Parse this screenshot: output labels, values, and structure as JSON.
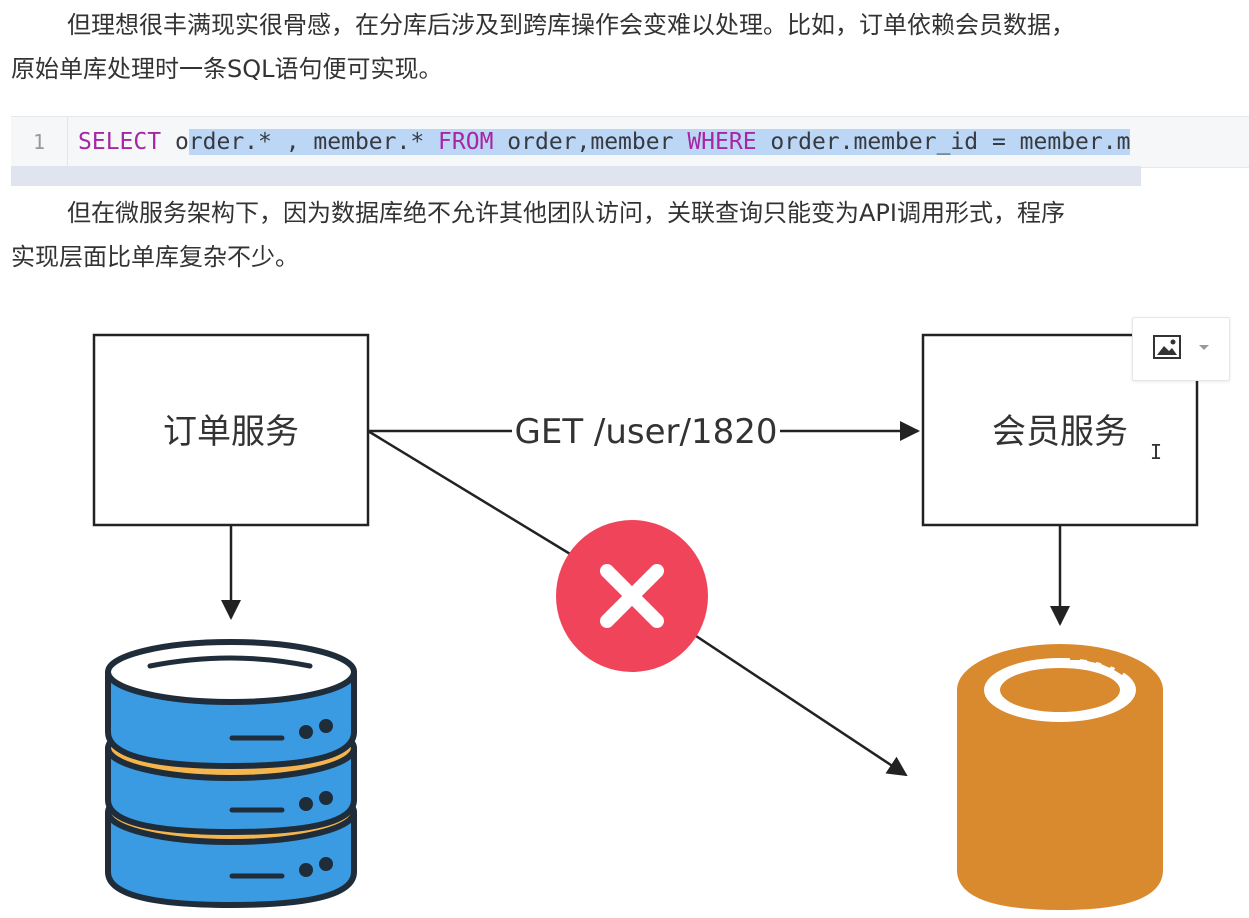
{
  "article": {
    "para1_line1": "但理想很丰满现实很骨感，在分库后涉及到跨库操作会变难以处理。比如，订单依赖会员数据，",
    "para1_line2": "原始单库处理时一条SQL语句便可实现。",
    "para2_line1": "但在微服务架构下，因为数据库绝不允许其他团队访问，关联查询只能变为API调用形式，程序",
    "para2_line2": "实现层面比单库复杂不少。"
  },
  "code": {
    "line_number": "1",
    "tokens": {
      "select": "SELECT",
      "order_before_sel": " o",
      "sel_part": "rder.* , member.* ",
      "from": "FROM",
      "tables": " order,member ",
      "where": "WHERE",
      "condition": " order.member_id = member.m"
    }
  },
  "diagram": {
    "order_service": "订单服务",
    "member_service": "会员服务",
    "request": "GET /user/1820"
  },
  "colors": {
    "db_blue": "#3a9be3",
    "db_yellow": "#f5b54e",
    "db_orange": "#d98a2e",
    "error_red": "#f0445a",
    "keyword": "#a626a4",
    "selection": "#bcd7f5"
  },
  "toolbar": {
    "image_icon": "image-icon",
    "dropdown_icon": "caret-down-icon"
  }
}
